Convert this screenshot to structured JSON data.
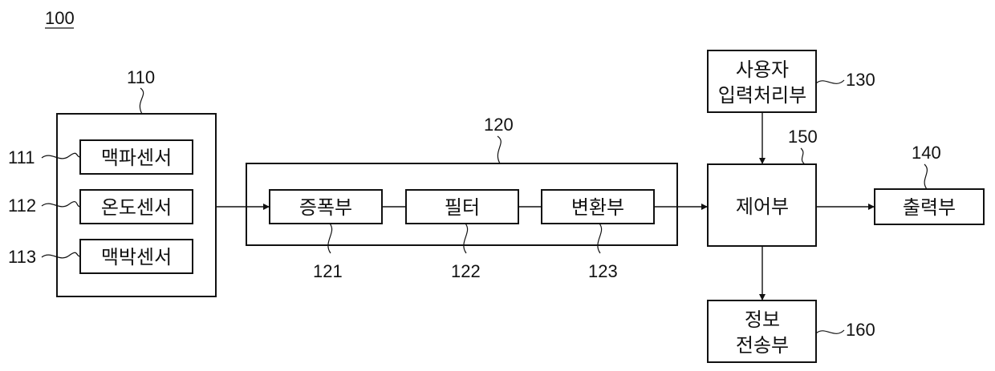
{
  "figure_ref": "100",
  "blocks": {
    "sensor_group": {
      "ref": "110"
    },
    "pulse_wave_sensor": {
      "ref": "111",
      "label": "맥파센서"
    },
    "temperature_sensor": {
      "ref": "112",
      "label": "온도센서"
    },
    "pulse_rate_sensor": {
      "ref": "113",
      "label": "맥박센서"
    },
    "signal_processor": {
      "ref": "120"
    },
    "amplifier": {
      "ref": "121",
      "label": "증폭부"
    },
    "filter": {
      "ref": "122",
      "label": "필터"
    },
    "converter": {
      "ref": "123",
      "label": "변환부"
    },
    "user_input": {
      "ref": "130",
      "label_line1": "사용자",
      "label_line2": "입력처리부"
    },
    "output": {
      "ref": "140",
      "label": "출력부"
    },
    "controller": {
      "ref": "150",
      "label": "제어부"
    },
    "info_transmitter": {
      "ref": "160",
      "label_line1": "정보",
      "label_line2": "전송부"
    }
  },
  "colors": {
    "stroke": "#111111",
    "background": "#ffffff"
  }
}
